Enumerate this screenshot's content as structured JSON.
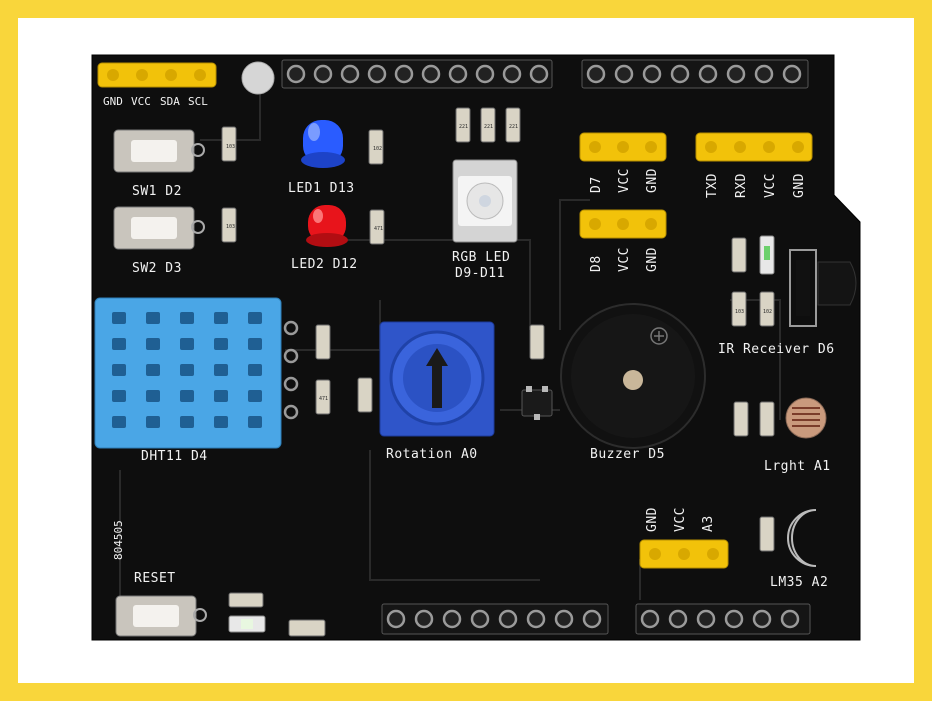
{
  "board": {
    "colors": {
      "background": "#f9d63b",
      "pcb": "#0e0e0e",
      "header_yellow": "#f2c20a",
      "dht11_blue": "#4aa6e6",
      "pot_blue": "#2f55c9",
      "led_blue": "#2a5cff",
      "led_red": "#e8141b"
    },
    "labels": {
      "i2c_header": [
        "GND",
        "VCC",
        "SDA",
        "SCL"
      ],
      "sw1": "SW1  D2",
      "sw2": "SW2  D3",
      "led1": "LED1 D13",
      "led2": "LED2 D12",
      "rgb_line1": "RGB LED",
      "rgb_line2": "D9-D11",
      "d7_header": [
        "D7",
        "VCC",
        "GND"
      ],
      "d8_header": [
        "D8",
        "VCC",
        "GND"
      ],
      "uart_header": [
        "TXD",
        "RXD",
        "VCC",
        "GND"
      ],
      "ir": "IR Receiver D6",
      "dht": "DHT11  D4",
      "rotation": "Rotation A0",
      "buzzer": "Buzzer D5",
      "light": "Lrght A1",
      "a3_header": [
        "GND",
        "VCC",
        "A3"
      ],
      "lm35": "LM35 A2",
      "serial": "804505",
      "reset": "RESET",
      "res_221": "221",
      "res_103": "103",
      "res_471": "471",
      "res_102": "102"
    }
  }
}
